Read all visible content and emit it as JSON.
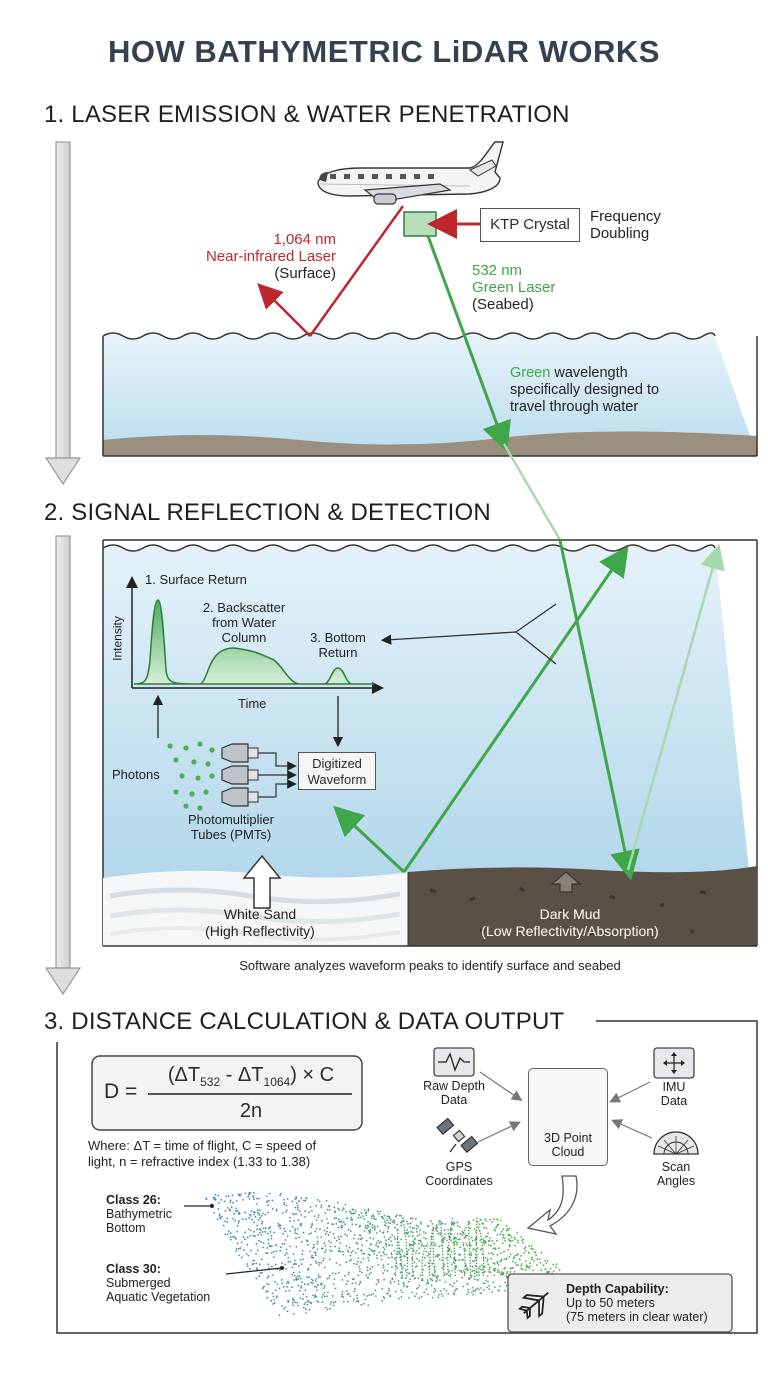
{
  "title": "HOW BATHYMETRIC LiDAR WORKS",
  "section1": {
    "heading": "1. LASER EMISSION & WATER PENETRATION",
    "ktp_label": "KTP Crystal",
    "freq_line1": "Frequency",
    "freq_line2": "Doubling",
    "ir_nm": "1,064 nm",
    "ir_name": "Near-infrared Laser",
    "ir_target": "(Surface)",
    "green_nm": "532 nm",
    "green_name": "Green Laser",
    "green_target": "(Seabed)",
    "note_green": "Green",
    "note_rest1": " wavelength",
    "note_line2": "specifically designed to",
    "note_line3": "travel through water"
  },
  "section2": {
    "heading": "2. SIGNAL REFLECTION & DETECTION",
    "surface_return": "1. Surface Return",
    "backscatter1": "2. Backscatter",
    "backscatter2": "from Water",
    "backscatter3": "Column",
    "bottom1": "3. Bottom",
    "bottom2": "Return",
    "ylabel": "Intensity",
    "xlabel": "Time",
    "digitized1": "Digitized",
    "digitized2": "Waveform",
    "photons": "Photons",
    "pmt1": "Photomultiplier",
    "pmt2": "Tubes (PMTs)",
    "sand1": "White Sand",
    "sand2": "(High Reflectivity)",
    "mud1": "Dark Mud",
    "mud2": "(Low Reflectivity/Absorption)",
    "caption": "Software analyzes waveform peaks to identify surface and seabed"
  },
  "section3": {
    "heading": "3. DISTANCE CALCULATION & DATA OUTPUT",
    "formula_lhs": "D =",
    "formula_num_open": "(ΔT",
    "formula_sub1": "532",
    "formula_minus": " - ΔT",
    "formula_sub2": "1064",
    "formula_num_close": ") × C",
    "formula_den": "2n",
    "where1": "Where: ΔT = time of flight, C = speed of",
    "where2": "light, n = refractive index (1.33 to 1.38)",
    "raw1": "Raw Depth",
    "raw2": "Data",
    "imu1": "IMU",
    "imu2": "Data",
    "cloud1": "3D Point",
    "cloud2": "Cloud",
    "gps1": "GPS",
    "gps2": "Coordinates",
    "scan1": "Scan",
    "scan2": "Angles",
    "class26a": "Class 26:",
    "class26b": "Bathymetric",
    "class26c": "Bottom",
    "class30a": "Class 30:",
    "class30b": "Submerged",
    "class30c": "Aquatic Vegetation",
    "depth_title": "Depth Capability:",
    "depth_line1": "Up to 50 meters",
    "depth_line2": "(75 meters in clear water)"
  },
  "colors": {
    "red_laser": "#c0262d",
    "green_laser": "#3fa64a",
    "water": "#c9e4f1",
    "seabed": "#9b8f80"
  }
}
